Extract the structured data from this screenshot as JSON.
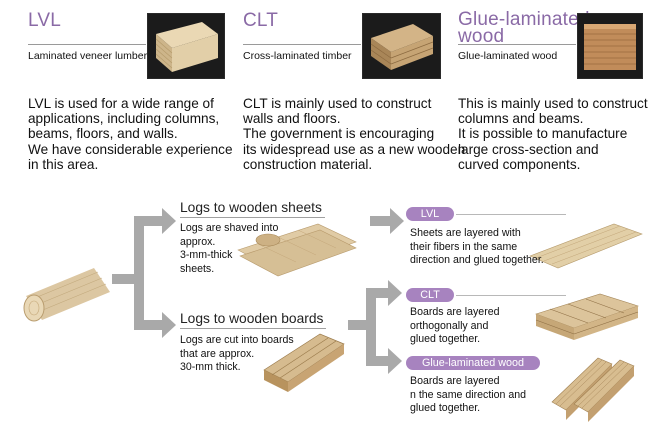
{
  "products": [
    {
      "title": "LVL",
      "subtitle": "Laminated veneer lumber",
      "description": "LVL is used for a wide range of\napplications, including columns,\nbeams, floors, and walls.\nWe have considerable experience\nin this area."
    },
    {
      "title": "CLT",
      "subtitle": "Cross-laminated timber",
      "description": "CLT is mainly used to construct\nwalls and floors.\nThe government is encouraging\nits widespread use as a new wooden\nconstruction material."
    },
    {
      "title": "Glue-laminated\nwood",
      "subtitle": "Glue-laminated wood",
      "description": "This is mainly used to construct\ncolumns and beams.\nIt is possible to manufacture\nlarge cross-section and\ncurved components."
    }
  ],
  "process": {
    "sheets": {
      "title": "Logs to wooden sheets",
      "text": "Logs are shaved into\napprox.\n3-mm-thick\nsheets."
    },
    "boards": {
      "title": "Logs to wooden boards",
      "text": "Logs are cut into boards\nthat are approx.\n30-mm thick."
    },
    "results": [
      {
        "label": "LVL",
        "text": "Sheets are layered with\ntheir fibers in the same\ndirection and glued together."
      },
      {
        "label": "CLT",
        "text": "Boards are layered\northogonally and\nglued together."
      },
      {
        "label": "Glue-laminated wood",
        "text": "Boards are layered\nn the same direction and\nglued together."
      }
    ]
  },
  "colors": {
    "accent_purple": "#a783bf",
    "title_purple": "#8a6aa6",
    "arrow_gray": "#a9a9a9",
    "wood": "#d8c09a"
  }
}
